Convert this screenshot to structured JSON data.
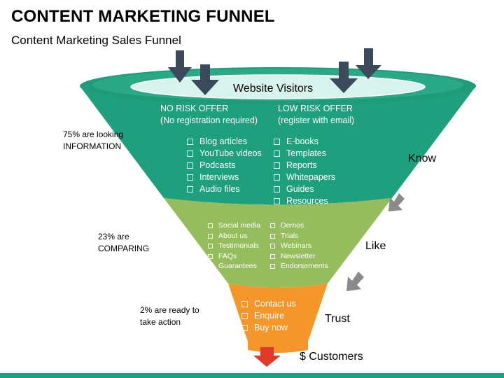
{
  "title": "CONTENT MARKETING FUNNEL",
  "subtitle": "Content Marketing Sales Funnel",
  "top": {
    "label": "Website Visitors"
  },
  "no_risk": {
    "heading_line1": "NO RISK OFFER",
    "heading_line2": "(No registration required)",
    "items": [
      "Blog articles",
      "YouTube videos",
      "Podcasts",
      "Interviews",
      "Audio files"
    ]
  },
  "low_risk": {
    "heading_line1": "LOW RISK OFFER",
    "heading_line2": "(register with email)",
    "items": [
      "E-books",
      "Templates",
      "Reports",
      "Whitepapers",
      "Guides",
      "Resources"
    ]
  },
  "middle": {
    "left_items": [
      "Social media",
      "About us",
      "Testimonials",
      "FAQs",
      "Guarantees"
    ],
    "right_items": [
      "Demos",
      "Trials",
      "Webinars",
      "Newsletter",
      "Endorsements"
    ]
  },
  "bottom": {
    "items": [
      "Contact us",
      "Enquire",
      "Buy now"
    ]
  },
  "side_notes": {
    "info_line1": "75% are looking",
    "info_line2": "INFORMATION",
    "compare_line1": "23% are",
    "compare_line2": "COMPARING",
    "action_line1": "2% are ready to",
    "action_line2": "take action"
  },
  "stages": {
    "know": "Know",
    "like": "Like",
    "trust": "Trust",
    "customers": "$ Customers"
  },
  "colors": {
    "top_section": "#1ea07e",
    "middle_section": "#95bd5d",
    "bottom_section": "#f5962b",
    "arrow_dark": "#3b4a5a",
    "arrow_grey": "#8a8a8a",
    "arrow_red": "#e03a2a",
    "rim_light": "#d8f2ec"
  }
}
